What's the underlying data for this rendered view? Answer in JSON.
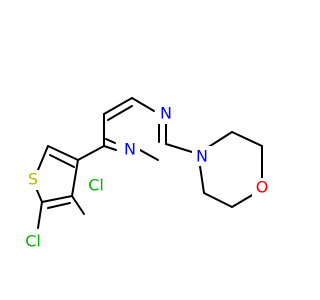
{
  "molecule": {
    "atoms": {
      "s1": {
        "label": "S",
        "color": "#B8B800"
      },
      "cl1": {
        "label": "Cl",
        "color": "#00B400"
      },
      "cl2": {
        "label": "Cl",
        "color": "#00B400"
      },
      "n1": {
        "label": "N",
        "color": "#0000FF"
      },
      "n2": {
        "label": "N",
        "color": "#0000FF"
      },
      "n3": {
        "label": "N",
        "color": "#0000FF"
      },
      "o1": {
        "label": "O",
        "color": "#FF0000"
      }
    },
    "bond_color": "#000000",
    "background": "#ffffff"
  }
}
